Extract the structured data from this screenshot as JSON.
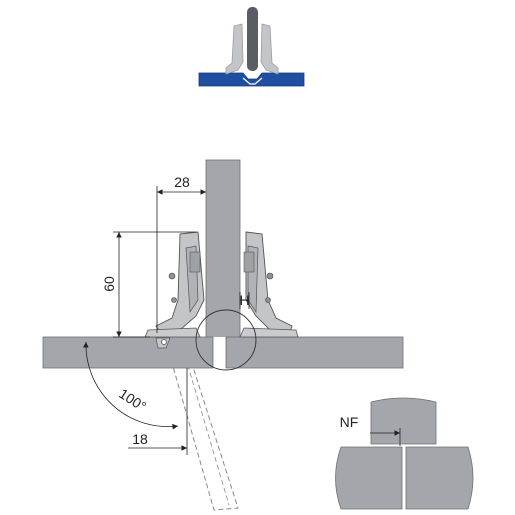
{
  "dimensions": {
    "overlay_width": "28",
    "hinge_height": "60",
    "opening_angle": "100°",
    "clearance": "18",
    "detail_label": "NF",
    "height_marker": "H"
  },
  "colors": {
    "panel_gray": "#a3a6aa",
    "panel_stroke": "#6e7075",
    "hinge_gray": "#c3c5c8",
    "dark_rod": "#5a5d62",
    "blue_profile": "#1f4fa0",
    "line": "#222222"
  }
}
